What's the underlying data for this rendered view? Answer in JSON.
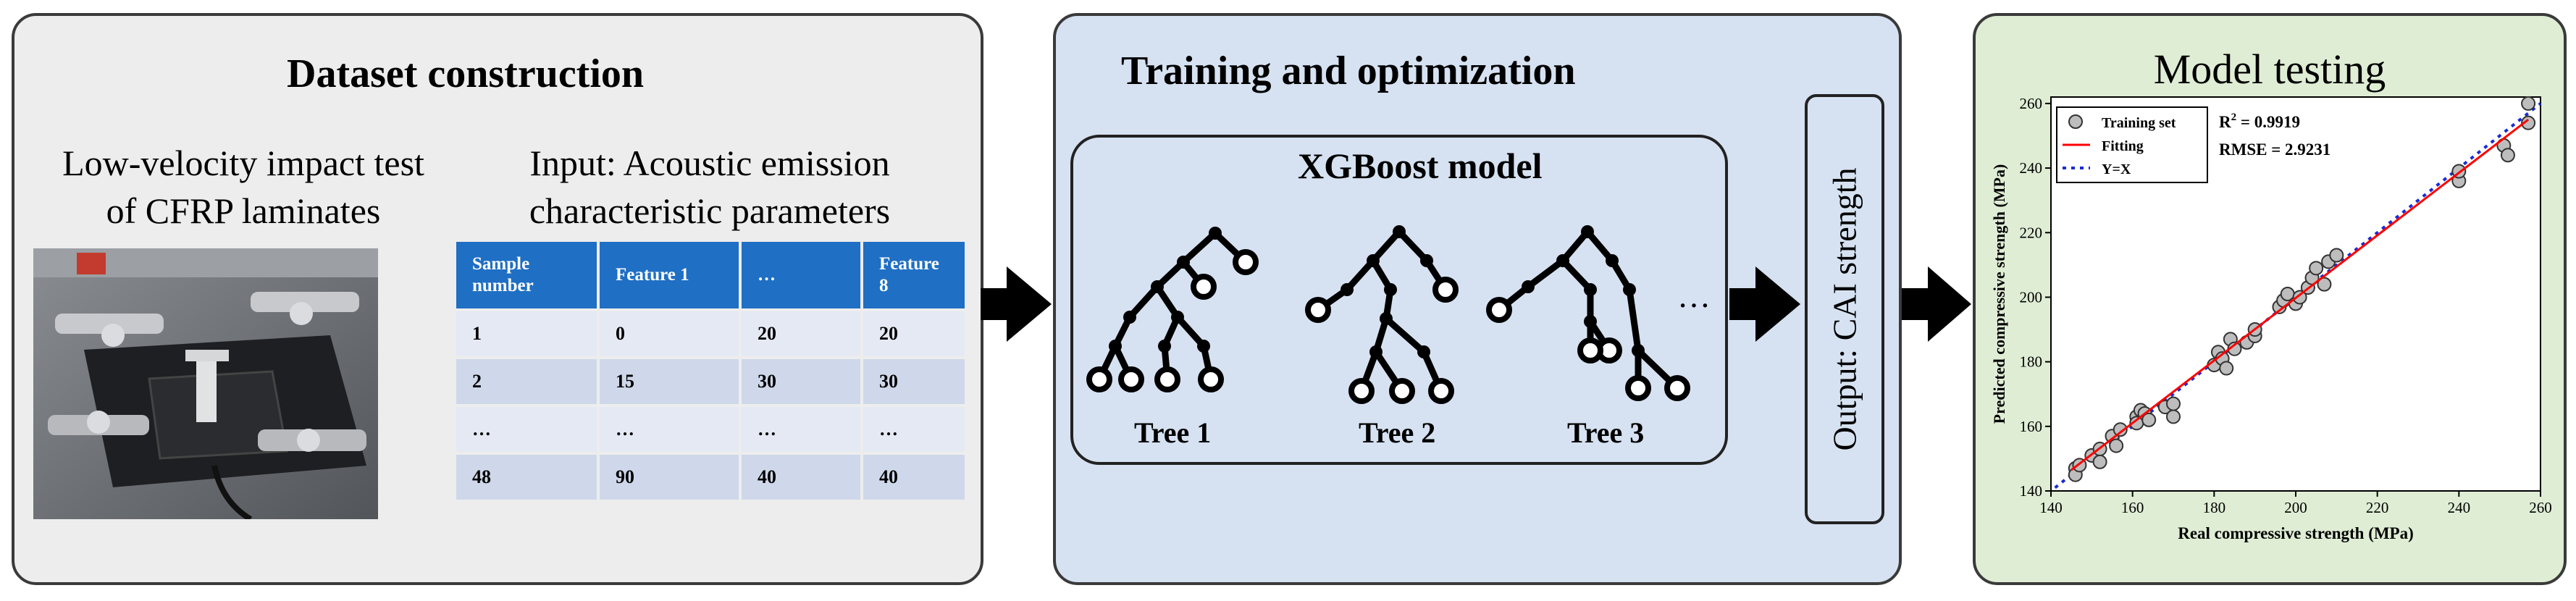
{
  "panels": {
    "dataset": {
      "title": "Dataset construction",
      "left_caption_line1": "Low-velocity impact test",
      "left_caption_line2": "of CFRP laminates",
      "right_caption_line1": "Input: Acoustic emission",
      "right_caption_line2": "characteristic parameters",
      "table": {
        "headers": [
          "Sample number",
          "Feature 1",
          "…",
          "Feature 8"
        ],
        "rows": [
          [
            "1",
            "0",
            "20",
            "20"
          ],
          [
            "2",
            "15",
            "30",
            "30"
          ],
          [
            "…",
            "…",
            "…",
            "…"
          ],
          [
            "48",
            "90",
            "40",
            "40"
          ]
        ]
      }
    },
    "training": {
      "title": "Training and optimization",
      "model_title": "XGBoost model",
      "trees": [
        "Tree 1",
        "Tree 2",
        "Tree 3"
      ],
      "ellipsis": "…",
      "output_label": "Output:  CAI strength"
    },
    "testing": {
      "title": "Model testing"
    }
  },
  "colors": {
    "panel1": "#ededed",
    "panel2": "#d6e2f1",
    "panel3": "#dfedd5",
    "table_header": "#1f6fc4",
    "fit_line": "#ff0000",
    "yx_line": "#1a2bd6"
  },
  "chart_data": {
    "type": "scatter",
    "title": "",
    "xlabel": "Real compressive strength (MPa)",
    "ylabel": "Predicted compressive strength (MPa)",
    "xlim": [
      140,
      260
    ],
    "ylim": [
      140,
      262
    ],
    "xticks": [
      140,
      160,
      180,
      200,
      220,
      240,
      260
    ],
    "yticks": [
      140,
      160,
      180,
      200,
      220,
      240,
      260
    ],
    "grid": false,
    "legend_position": "top-left",
    "legend": [
      "Training set",
      "Fitting",
      "Y=X"
    ],
    "annotations": [
      "R",
      "2",
      " = 0.9919",
      "RMSE = 2.9231"
    ],
    "series": [
      {
        "name": "Training set",
        "kind": "points",
        "x": [
          146,
          146,
          147,
          150,
          152,
          152,
          155,
          156,
          157,
          161,
          161,
          162,
          163,
          164,
          168,
          170,
          170,
          180,
          181,
          182,
          183,
          184,
          185,
          188,
          190,
          190,
          196,
          197,
          198,
          200,
          201,
          203,
          204,
          205,
          207,
          208,
          210,
          240,
          240,
          251,
          252,
          257,
          257
        ],
        "y": [
          147,
          145,
          148,
          151,
          153,
          149,
          157,
          154,
          159,
          163,
          161,
          165,
          164,
          162,
          166,
          163,
          167,
          179,
          183,
          181,
          178,
          187,
          184,
          186,
          188,
          190,
          197,
          199,
          201,
          198,
          200,
          203,
          206,
          209,
          204,
          211,
          213,
          236,
          239,
          247,
          244,
          254,
          260
        ]
      },
      {
        "name": "Fitting",
        "kind": "line",
        "x": [
          145,
          257
        ],
        "y": [
          146.5,
          255
        ]
      },
      {
        "name": "Y=X",
        "kind": "line",
        "x": [
          141,
          260
        ],
        "y": [
          141,
          260
        ]
      }
    ]
  }
}
